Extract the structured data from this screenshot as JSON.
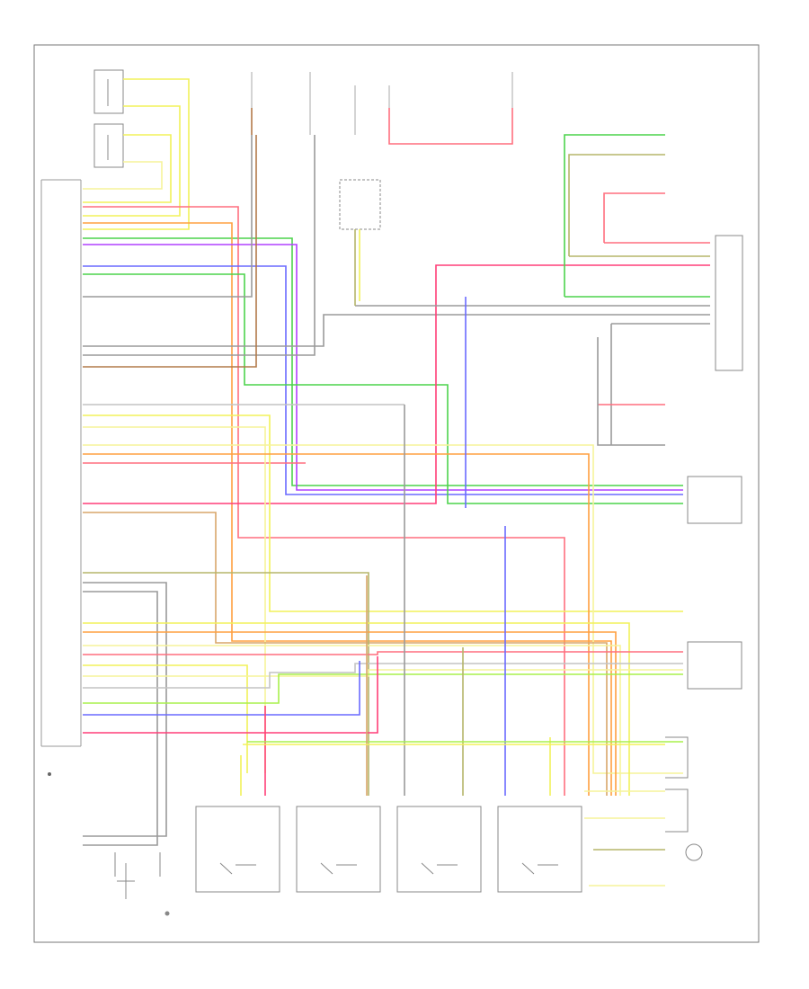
{
  "diagram": {
    "title": "",
    "watermark": "",
    "footer_code": "",
    "colors": {
      "frame": "#777777",
      "text": "#666666",
      "wire_red": "#ff6f7f",
      "wire_pink": "#ff3f78",
      "wire_orange": "#ffa040",
      "wire_tan": "#d9a66a",
      "wire_yellow": "#f2f25a",
      "wire_ltyellow": "#f6f39a",
      "wire_green": "#4cd34c",
      "wire_ltgreen": "#a8f04c",
      "wire_blue": "#6a6aff",
      "wire_purple": "#b040ff",
      "wire_gray": "#9a9a9a",
      "wire_brown": "#b27a4a",
      "wire_olive": "#b5b56a"
    },
    "components": {
      "abs_module": "",
      "connectors_top": [
        "",
        "",
        "",
        ""
      ],
      "combination_meter": "",
      "data_link": "",
      "sensors_bottom": [
        "",
        "",
        "",
        ""
      ],
      "speed_sensors_right": [
        "",
        ""
      ],
      "abs_warning": ""
    },
    "wire_labels": {
      "left_side": [
        "",
        "",
        "",
        "",
        "",
        "",
        "",
        "",
        "",
        "",
        "",
        "",
        "",
        "",
        "",
        ""
      ],
      "right_side": [
        "",
        "",
        "",
        "",
        "",
        "",
        "",
        "",
        "",
        ""
      ]
    },
    "wire_colors": {
      "left_side": [
        "yellow",
        "yellow",
        "orange",
        "green",
        "red",
        "red",
        "orange",
        "olive",
        "tan",
        "purple",
        "blue",
        "green",
        "gray",
        "gray",
        "gray",
        "brown",
        "orange",
        "red",
        "green",
        "gray",
        "yellow",
        "yellow",
        "ltyellow",
        "ltyellow",
        "red",
        "orange",
        "purple",
        "red",
        "orange",
        "ltyellow",
        "yellow",
        "orange",
        "orange",
        "tan",
        "yellow",
        "gray",
        "ltgreen",
        "green",
        "blue",
        "pink"
      ]
    }
  }
}
